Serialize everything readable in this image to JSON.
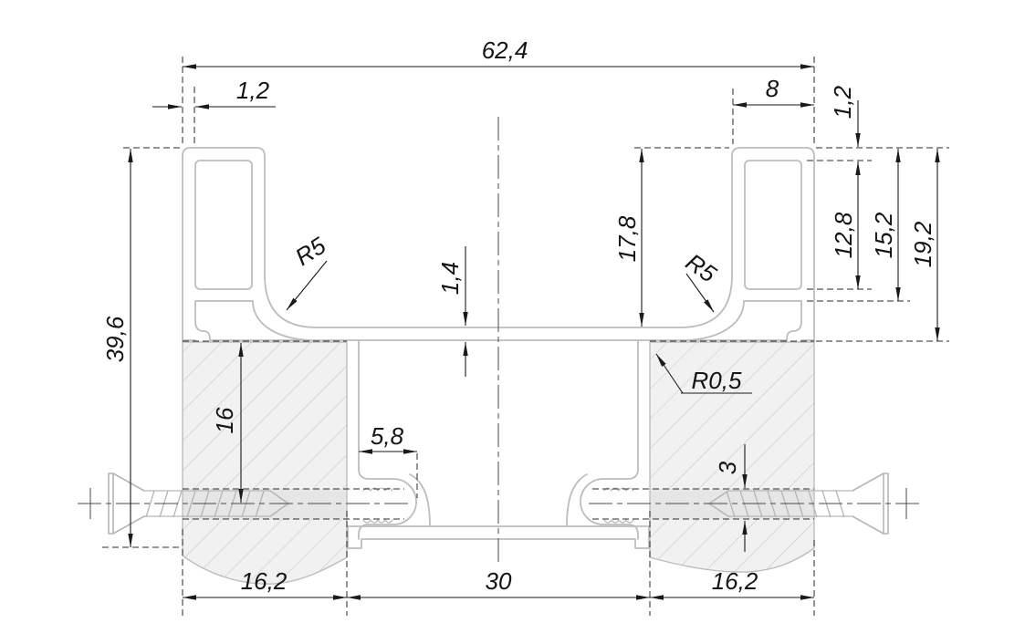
{
  "drawing": {
    "title": "aluminium-profile-cross-section",
    "units_style": "comma-decimal",
    "labels": {
      "overall_width": "62,4",
      "wall_left": "1,2",
      "flange_width": "8",
      "wall_top": "1,2",
      "cavity_depth": "12,8",
      "ledge_depth": "15,2",
      "flange_depth": "19,2",
      "web_depth": "17,8",
      "web_thickness": "1,4",
      "overall_height": "39,6",
      "screw_offset": "16",
      "boss_offset": "5,8",
      "radius_left": "R5",
      "radius_right": "R5",
      "corner_radius": "R0,5",
      "screw_hole": "3",
      "slot_left": "16,2",
      "center_span": "30",
      "slot_right": "16,2"
    },
    "colors": {
      "profile_line": "#bdbdbd",
      "dimension_line": "#1a1a1a",
      "panel_fill": "#f1f1f1",
      "hole_band_fill": "#e6e6e6",
      "background": "#ffffff"
    }
  }
}
